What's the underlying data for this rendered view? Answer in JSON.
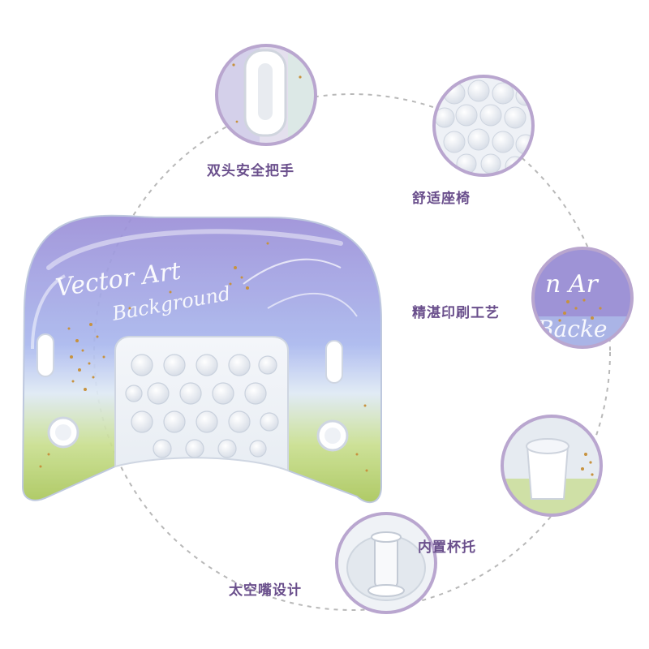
{
  "features": {
    "handle": "双头安全把手",
    "seat": "舒适座椅",
    "print": "精湛印刷工艺",
    "cup_holder": "内置杯托",
    "valve": "太空嘴设计"
  },
  "float_print": {
    "line1": "Vector Art",
    "line2": "Background"
  },
  "colors": {
    "label_text": "#6a4f8c",
    "circle_border": "#b9a6cf",
    "dashed_ring": "#b8b8b8",
    "float_purple": "#9f93d9",
    "float_blue": "#a7c4ec",
    "float_green": "#b3d06a",
    "glitter": "#c7923e"
  }
}
